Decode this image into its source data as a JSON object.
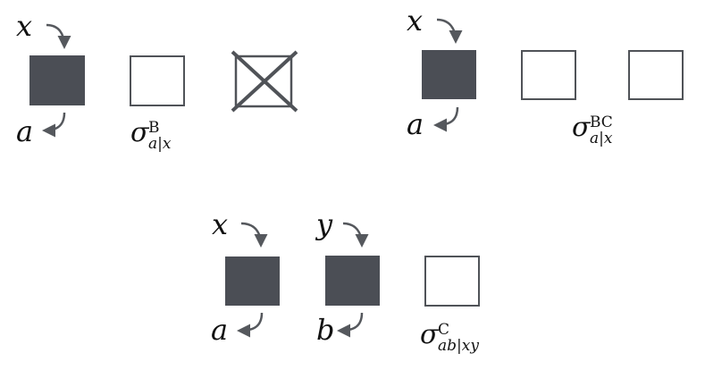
{
  "colors": {
    "dark_box": "#4b4e55",
    "outline": "#505358",
    "arrow": "#55585d"
  },
  "panels": [
    {
      "input": "x",
      "output": "a",
      "sigma": {
        "base": "σ",
        "sup": "B",
        "sub": "a|x"
      }
    },
    {
      "input": "x",
      "output": "a",
      "sigma": {
        "base": "σ",
        "sup": "BC",
        "sub": "a|x"
      }
    },
    {
      "inputs": [
        "x",
        "y"
      ],
      "outputs": [
        "a",
        "b"
      ],
      "sigma": {
        "base": "σ",
        "sup": "C",
        "sub": "ab|xy"
      }
    }
  ]
}
